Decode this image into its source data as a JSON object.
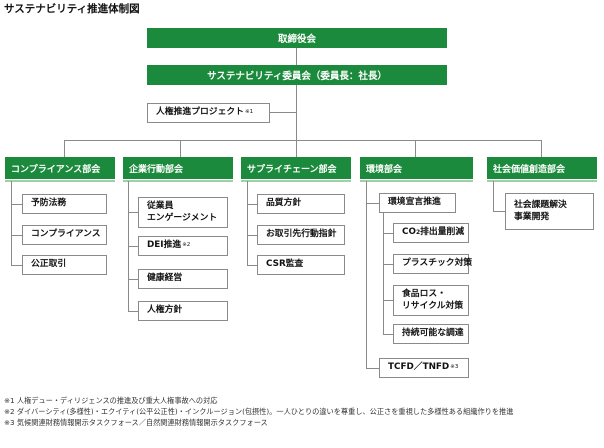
{
  "title": "サステナビリティ推進体制図",
  "board": "取締役会",
  "committee": "サステナビリティ委員会（委員長：社長）",
  "project": {
    "label": "人権推進プロジェクト",
    "note_ref": "※1"
  },
  "departments": [
    {
      "name": "コンプライアンス部会",
      "items": [
        {
          "label": "予防法務"
        },
        {
          "label": "コンプライアンス"
        },
        {
          "label": "公正取引"
        }
      ]
    },
    {
      "name": "企業行動部会",
      "items": [
        {
          "label": "従業員",
          "label2": "エンゲージメント"
        },
        {
          "label": "DEI推進",
          "note_ref": "※2"
        },
        {
          "label": "健康経営"
        },
        {
          "label": "人権方針"
        }
      ]
    },
    {
      "name": "サプライチェーン部会",
      "items": [
        {
          "label": "品質方針"
        },
        {
          "label": "お取引先行動指針"
        },
        {
          "label": "CSR監査"
        }
      ]
    },
    {
      "name": "環境部会",
      "items": [
        {
          "label": "環境宣言推進"
        },
        {
          "label": "CO",
          "sub": "2",
          "label_rest": "排出量削減"
        },
        {
          "label": "プラスチック対策"
        },
        {
          "label": "食品ロス・",
          "label2": "リサイクル対策"
        },
        {
          "label": "持続可能な調達"
        },
        {
          "label": "TCFD／TNFD",
          "note_ref": "※3"
        }
      ]
    },
    {
      "name": "社会価値創造部会",
      "items": [
        {
          "label": "社会課題解決",
          "label2": "事業開発"
        }
      ]
    }
  ],
  "notes": [
    "※1 人権デュー・ディリジェンスの推進及び重大人権事故への対応",
    "※2 ダイバーシティ(多様性)・エクイティ(公平公正性)・インクルージョン(包摂性)。一人ひとりの違いを尊重し、公正さを重視した多様性ある組織作りを推進",
    "※3 気候関連財務情報開示タスクフォース／自然関連財務情報開示タスクフォース"
  ]
}
